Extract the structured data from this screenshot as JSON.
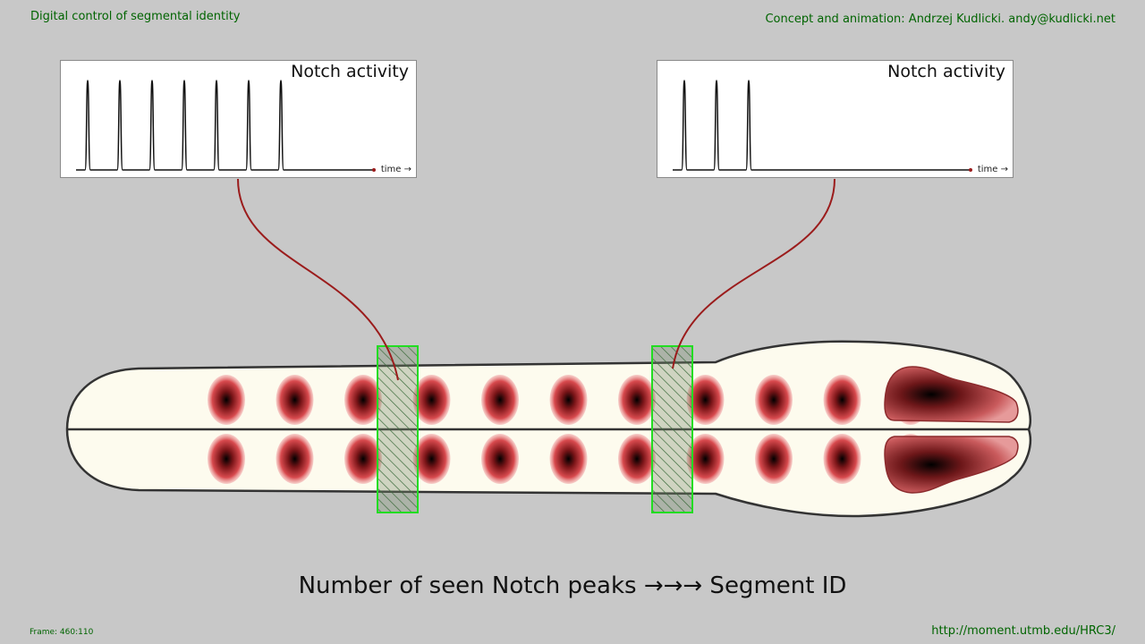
{
  "header": {
    "title": "Digital control of segmental identity",
    "credit": "Concept and animation: Andrzej Kudlicki. andy@kudlicki.net"
  },
  "panels": [
    {
      "title": "Notch activity",
      "time_label": "time →",
      "peak_count": 7
    },
    {
      "title": "Notch activity",
      "time_label": "time →",
      "peak_count": 3
    }
  ],
  "embryo": {
    "segment_pairs": 11,
    "highlight_boxes": 2
  },
  "caption": "Number of seen Notch peaks →→→ Segment ID",
  "footer": {
    "frame": "Frame: 460:110",
    "url": "http://moment.utmb.edu/HRC3/"
  },
  "colors": {
    "background": "#c8c8c8",
    "text_green": "#006400",
    "connector": "#9b1c1c",
    "highlight_box": "#22dd22",
    "embryo_fill": "#fdfbee",
    "segment": "#c0272d"
  }
}
